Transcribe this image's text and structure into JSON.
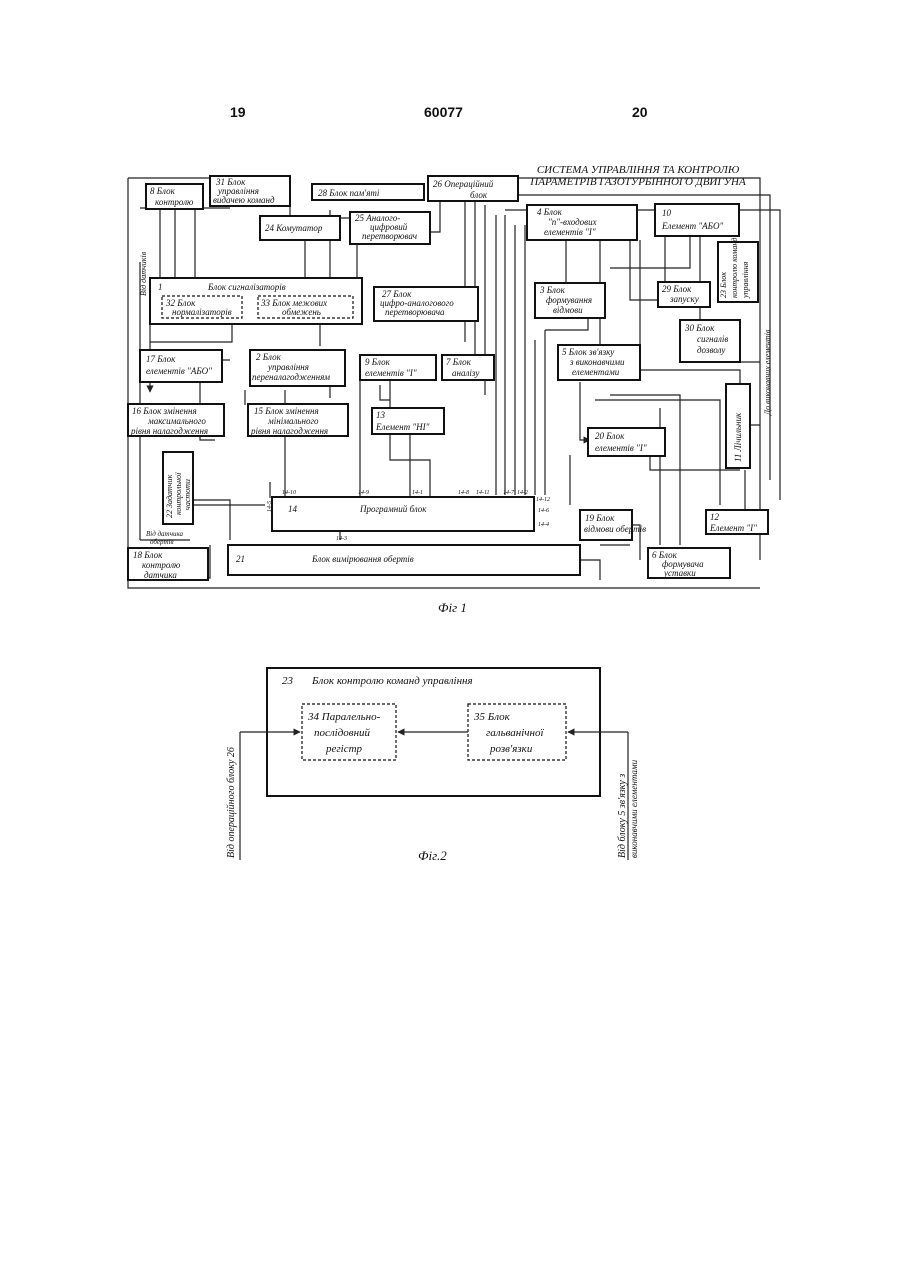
{
  "header": {
    "page_left": "19",
    "patent_number": "60077",
    "page_right": "20"
  },
  "fig1": {
    "system_title_line1": "СИСТЕМА УПРАВЛІННЯ ТА КОНТРОЛЮ",
    "system_title_line2": "ПАРАМЕТРІВ ГАЗОТУРБІННОГО ДВИГУНА",
    "caption": "Фіг 1",
    "from_sensors": "Від датчиків",
    "to_actuators": "До виконавчих елементів",
    "from_speed_sensor_line1": "Від датчика",
    "from_speed_sensor_line2": "обертів",
    "blocks": {
      "b1": [
        "1",
        "Блок сигналізаторів"
      ],
      "b2": [
        "2",
        "Блок",
        "управління",
        "переналагодженням"
      ],
      "b3": [
        "3",
        "Блок",
        "формування",
        "відмови"
      ],
      "b4": [
        "4",
        "Блок",
        "\"n\"-входових",
        "елементів \"І\""
      ],
      "b5": [
        "5",
        "Блок зв'язку",
        "з виконавчими",
        "елементами"
      ],
      "b6": [
        "6",
        "Блок",
        "формувача",
        "уставки"
      ],
      "b7": [
        "7",
        "Блок",
        "аналізу"
      ],
      "b8": [
        "8",
        "Блок",
        "контролю"
      ],
      "b9": [
        "9",
        "Блок",
        "елементів \"І\""
      ],
      "b10": [
        "10",
        "Елемент \"АБО\""
      ],
      "b11": [
        "11",
        "Лічильник"
      ],
      "b12": [
        "12",
        "Елемент \"І\""
      ],
      "b13": [
        "13",
        "Елемент \"НІ\""
      ],
      "b14": [
        "14",
        "Програмний блок"
      ],
      "b15": [
        "15",
        "Блок змінення",
        "мінімального",
        "рівня налагодження"
      ],
      "b16": [
        "16",
        "Блок змінення",
        "максимального",
        "рівня налагодження"
      ],
      "b17": [
        "17",
        "Блок",
        "елементів \"АБО\""
      ],
      "b18": [
        "18",
        "Блок",
        "контролю",
        "датчика"
      ],
      "b19": [
        "19",
        "Блок",
        "відмови обертів"
      ],
      "b20": [
        "20",
        "Блок",
        "елементів \"І\""
      ],
      "b21": [
        "21",
        "Блок вимірювання обертів"
      ],
      "b22": [
        "22",
        "Задатчик",
        "контрольної",
        "частоти"
      ],
      "b23": [
        "23",
        "Блок",
        "контролю",
        "команд",
        "управління"
      ],
      "b24": [
        "24",
        "Комутатор"
      ],
      "b25": [
        "25",
        "Аналого-",
        "цифровий",
        "перетворювач"
      ],
      "b26": [
        "26",
        "Операційний",
        "блок"
      ],
      "b27": [
        "27",
        "Блок",
        "цифро-аналогового",
        "перетворювача"
      ],
      "b28": [
        "28",
        "Блок пам'яті"
      ],
      "b29": [
        "29",
        "Блок",
        "запуску"
      ],
      "b30": [
        "30",
        "Блок",
        "сигналів",
        "дозволу"
      ],
      "b31": [
        "31",
        "Блок",
        "управління",
        "видачею команд"
      ],
      "b32": [
        "32",
        "Блок",
        "нормалізаторів"
      ],
      "b33": [
        "33",
        "Блок межових",
        "обмежень"
      ]
    },
    "outputs": {
      "o10": "14-10",
      "o9": "14-9",
      "o1": "14-1",
      "o8": "14-8",
      "o11": "14-11",
      "o7": "14-7",
      "o2": "14-2",
      "o12": "14-12",
      "o5": "14-5",
      "o3": "14-3",
      "o6": "14-6",
      "o4": "14-4"
    }
  },
  "fig2": {
    "title_num": "23",
    "title": "Блок контролю команд управління",
    "b34": [
      "34",
      "Паралельно-",
      "послідовний",
      "регістр"
    ],
    "b35": [
      "35",
      "Блок",
      "гальванічної",
      "розв'язки"
    ],
    "left_label": "Від операційного блоку 26",
    "right_label_line1": "Від блоку 5 зв'язку з",
    "right_label_line2": "виконавчими елементами",
    "caption": "Фіг.2"
  }
}
